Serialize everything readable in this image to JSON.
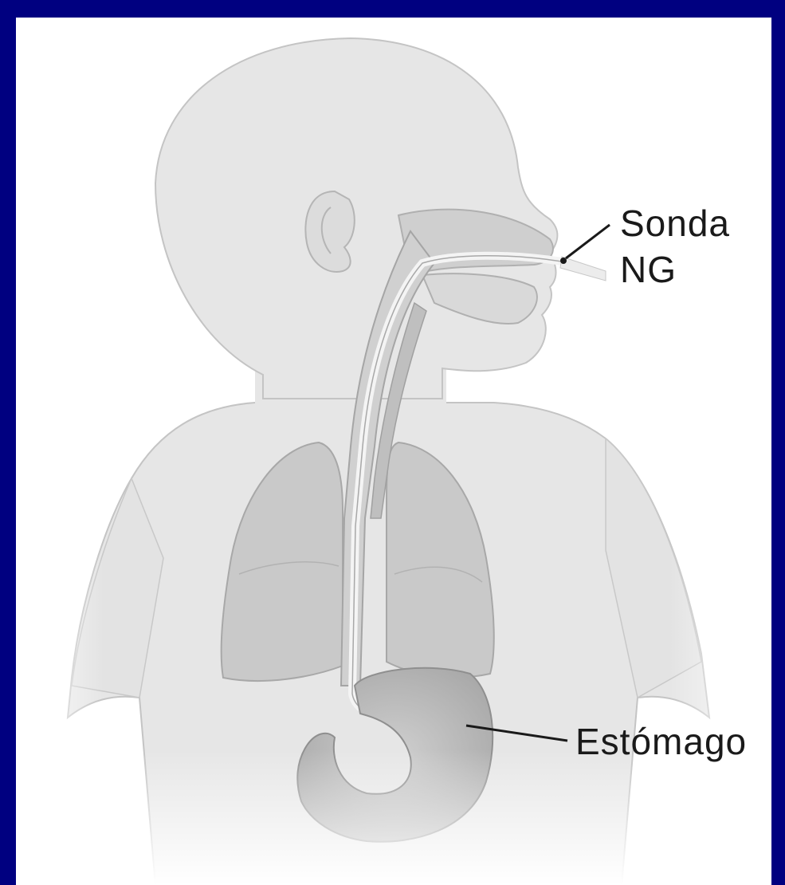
{
  "labels": {
    "tube_line1": "Sonda",
    "tube_line2": "NG",
    "stomach": "Estómago"
  },
  "colors": {
    "border": "#000080",
    "background": "#ffffff",
    "body_fill": "#e6e6e6",
    "body_stroke": "#c4c4c4",
    "lung_fill": "#c9c9c9",
    "stomach_fill": "#bdbdbd",
    "tube_fill": "#f2f2f2",
    "text": "#1a1a1a"
  }
}
